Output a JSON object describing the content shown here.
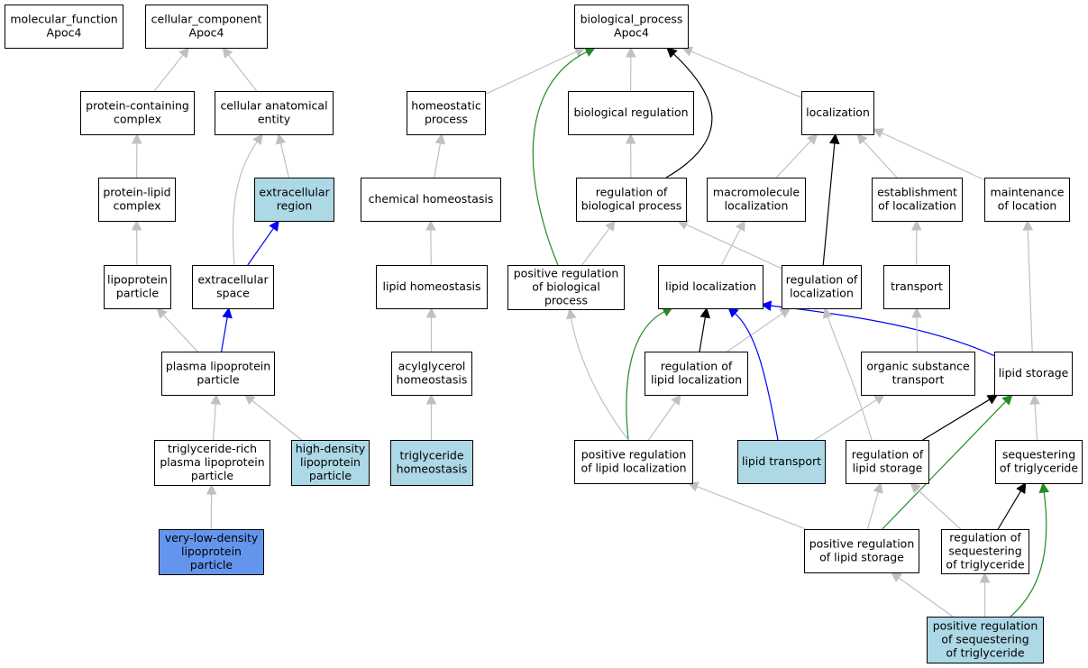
{
  "colors": {
    "default_fill": "#ffffff",
    "light_fill": "#add8e6",
    "focus_fill": "#6495ed",
    "is_a_edge": "#c0c0c0",
    "part_of_edge": "#0000ff",
    "regulates_edge": "#000000",
    "positively_regulates_edge": "#228b22"
  },
  "nodes": [
    {
      "id": "mf",
      "lines": [
        "molecular_function",
        "Apoc4"
      ],
      "fill": "white"
    },
    {
      "id": "cc",
      "lines": [
        "cellular_component",
        "Apoc4"
      ],
      "fill": "white"
    },
    {
      "id": "bp",
      "lines": [
        "biological_process",
        "Apoc4"
      ],
      "fill": "white"
    },
    {
      "id": "pcc",
      "lines": [
        "protein-containing",
        "complex"
      ],
      "fill": "white"
    },
    {
      "id": "cae",
      "lines": [
        "cellular anatomical",
        "entity"
      ],
      "fill": "white"
    },
    {
      "id": "hp",
      "lines": [
        "homeostatic",
        "process"
      ],
      "fill": "white"
    },
    {
      "id": "breg",
      "lines": [
        "biological regulation"
      ],
      "fill": "white"
    },
    {
      "id": "loc",
      "lines": [
        "localization"
      ],
      "fill": "white"
    },
    {
      "id": "plc",
      "lines": [
        "protein-lipid",
        "complex"
      ],
      "fill": "white"
    },
    {
      "id": "er",
      "lines": [
        "extracellular",
        "region"
      ],
      "fill": "light"
    },
    {
      "id": "ch",
      "lines": [
        "chemical homeostasis"
      ],
      "fill": "white"
    },
    {
      "id": "rbp",
      "lines": [
        "regulation of",
        "biological process"
      ],
      "fill": "white"
    },
    {
      "id": "mloc",
      "lines": [
        "macromolecule",
        "localization"
      ],
      "fill": "white"
    },
    {
      "id": "eloc",
      "lines": [
        "establishment",
        "of localization"
      ],
      "fill": "white"
    },
    {
      "id": "mainloc",
      "lines": [
        "maintenance",
        "of location"
      ],
      "fill": "white"
    },
    {
      "id": "lp",
      "lines": [
        "lipoprotein",
        "particle"
      ],
      "fill": "white"
    },
    {
      "id": "es",
      "lines": [
        "extracellular",
        "space"
      ],
      "fill": "white"
    },
    {
      "id": "lh",
      "lines": [
        "lipid homeostasis"
      ],
      "fill": "white"
    },
    {
      "id": "prbp",
      "lines": [
        "positive regulation",
        "of biological",
        "process"
      ],
      "fill": "white"
    },
    {
      "id": "lloc",
      "lines": [
        "lipid localization"
      ],
      "fill": "white"
    },
    {
      "id": "rloc",
      "lines": [
        "regulation of",
        "localization"
      ],
      "fill": "white"
    },
    {
      "id": "trans",
      "lines": [
        "transport"
      ],
      "fill": "white"
    },
    {
      "id": "plp",
      "lines": [
        "plasma lipoprotein",
        "particle"
      ],
      "fill": "white"
    },
    {
      "id": "agh",
      "lines": [
        "acylglycerol",
        "homeostasis"
      ],
      "fill": "white"
    },
    {
      "id": "rll",
      "lines": [
        "regulation of",
        "lipid localization"
      ],
      "fill": "white"
    },
    {
      "id": "ost",
      "lines": [
        "organic substance",
        "transport"
      ],
      "fill": "white"
    },
    {
      "id": "ls",
      "lines": [
        "lipid storage"
      ],
      "fill": "white"
    },
    {
      "id": "trl",
      "lines": [
        "triglyceride-rich",
        "plasma lipoprotein",
        "particle"
      ],
      "fill": "white"
    },
    {
      "id": "hdl",
      "lines": [
        "high-density",
        "lipoprotein",
        "particle"
      ],
      "fill": "light"
    },
    {
      "id": "tgh",
      "lines": [
        "triglyceride",
        "homeostasis"
      ],
      "fill": "light"
    },
    {
      "id": "prll",
      "lines": [
        "positive regulation",
        "of lipid localization"
      ],
      "fill": "white"
    },
    {
      "id": "lt",
      "lines": [
        "lipid transport"
      ],
      "fill": "light"
    },
    {
      "id": "rls",
      "lines": [
        "regulation of",
        "lipid storage"
      ],
      "fill": "white"
    },
    {
      "id": "stg",
      "lines": [
        "sequestering",
        "of triglyceride"
      ],
      "fill": "white"
    },
    {
      "id": "vldl",
      "lines": [
        "very-low-density",
        "lipoprotein",
        "particle"
      ],
      "fill": "focus"
    },
    {
      "id": "prls",
      "lines": [
        "positive regulation",
        "of lipid storage"
      ],
      "fill": "white"
    },
    {
      "id": "rstg",
      "lines": [
        "regulation of",
        "sequestering",
        "of triglyceride"
      ],
      "fill": "white"
    },
    {
      "id": "prstg",
      "lines": [
        "positive regulation",
        "of sequestering",
        "of triglyceride"
      ],
      "fill": "light"
    }
  ],
  "edges": [
    {
      "from": "pcc",
      "to": "cc",
      "type": "is_a"
    },
    {
      "from": "cae",
      "to": "cc",
      "type": "is_a"
    },
    {
      "from": "plc",
      "to": "pcc",
      "type": "is_a"
    },
    {
      "from": "er",
      "to": "cae",
      "type": "is_a"
    },
    {
      "from": "es",
      "to": "cae",
      "type": "is_a"
    },
    {
      "from": "lp",
      "to": "plc",
      "type": "is_a"
    },
    {
      "from": "es",
      "to": "er",
      "type": "part_of"
    },
    {
      "from": "plp",
      "to": "lp",
      "type": "is_a"
    },
    {
      "from": "plp",
      "to": "es",
      "type": "part_of"
    },
    {
      "from": "trl",
      "to": "plp",
      "type": "is_a"
    },
    {
      "from": "hdl",
      "to": "plp",
      "type": "is_a"
    },
    {
      "from": "vldl",
      "to": "trl",
      "type": "is_a"
    },
    {
      "from": "hp",
      "to": "bp",
      "type": "is_a"
    },
    {
      "from": "breg",
      "to": "bp",
      "type": "is_a"
    },
    {
      "from": "loc",
      "to": "bp",
      "type": "is_a"
    },
    {
      "from": "rbp",
      "to": "bp",
      "type": "regulates"
    },
    {
      "from": "prbp",
      "to": "bp",
      "type": "positively_regulates"
    },
    {
      "from": "ch",
      "to": "hp",
      "type": "is_a"
    },
    {
      "from": "lh",
      "to": "ch",
      "type": "is_a"
    },
    {
      "from": "agh",
      "to": "lh",
      "type": "is_a"
    },
    {
      "from": "tgh",
      "to": "agh",
      "type": "is_a"
    },
    {
      "from": "rbp",
      "to": "breg",
      "type": "is_a"
    },
    {
      "from": "prbp",
      "to": "rbp",
      "type": "is_a"
    },
    {
      "from": "mloc",
      "to": "loc",
      "type": "is_a"
    },
    {
      "from": "eloc",
      "to": "loc",
      "type": "is_a"
    },
    {
      "from": "mainloc",
      "to": "loc",
      "type": "is_a"
    },
    {
      "from": "rloc",
      "to": "loc",
      "type": "regulates"
    },
    {
      "from": "rloc",
      "to": "rbp",
      "type": "is_a"
    },
    {
      "from": "lloc",
      "to": "mloc",
      "type": "is_a"
    },
    {
      "from": "trans",
      "to": "eloc",
      "type": "is_a"
    },
    {
      "from": "ls",
      "to": "mainloc",
      "type": "is_a"
    },
    {
      "from": "rll",
      "to": "lloc",
      "type": "regulates"
    },
    {
      "from": "rll",
      "to": "rloc",
      "type": "is_a"
    },
    {
      "from": "prll",
      "to": "lloc",
      "type": "positively_regulates"
    },
    {
      "from": "prll",
      "to": "rll",
      "type": "is_a"
    },
    {
      "from": "prll",
      "to": "prbp",
      "type": "is_a"
    },
    {
      "from": "lt",
      "to": "lloc",
      "type": "part_of"
    },
    {
      "from": "ls",
      "to": "lloc",
      "type": "part_of"
    },
    {
      "from": "ost",
      "to": "trans",
      "type": "is_a"
    },
    {
      "from": "lt",
      "to": "ost",
      "type": "is_a"
    },
    {
      "from": "rls",
      "to": "rloc",
      "type": "is_a"
    },
    {
      "from": "rls",
      "to": "ls",
      "type": "regulates"
    },
    {
      "from": "stg",
      "to": "ls",
      "type": "is_a"
    },
    {
      "from": "prls",
      "to": "rls",
      "type": "is_a"
    },
    {
      "from": "prls",
      "to": "ls",
      "type": "positively_regulates"
    },
    {
      "from": "prls",
      "to": "prll",
      "type": "is_a"
    },
    {
      "from": "rstg",
      "to": "stg",
      "type": "regulates"
    },
    {
      "from": "rstg",
      "to": "rls",
      "type": "is_a"
    },
    {
      "from": "prstg",
      "to": "rstg",
      "type": "is_a"
    },
    {
      "from": "prstg",
      "to": "prls",
      "type": "is_a"
    },
    {
      "from": "prstg",
      "to": "stg",
      "type": "positively_regulates"
    }
  ]
}
